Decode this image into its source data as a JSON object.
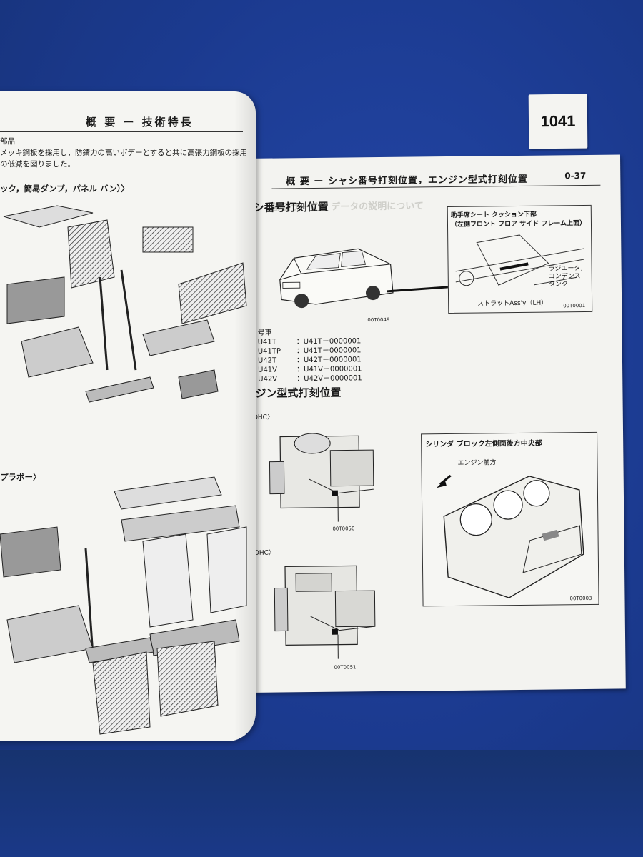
{
  "tag_number": "1041",
  "left_page": {
    "header": "概 要 ー 技術特長",
    "line1": "部品",
    "line2": "メッキ鋼板を採用し，防錆力の高いボデーとすると共に高張力鋼板の採用",
    "line3": "の低減を図りました。",
    "sub1": "ック，簡易ダンプ，パネル バン）〉",
    "sub2": "プラボー〉"
  },
  "right_page": {
    "header": "概 要 ー シャシ番号打刻位置，エンジン型式打刻位置",
    "page_number": "0-37",
    "ghost_text": "部品サービス データの説明について",
    "section1_title": "シ番号打刻位置",
    "inset1": {
      "caption1": "助手席シート クッション下部",
      "caption2": "（左側フロント フロア サイド フレーム上面）",
      "label_radiator1": "ラジエータ，",
      "label_radiator2": "コンデンス",
      "label_radiator3": "タンク",
      "label_strut": "ストラットAss'y（LH）",
      "code": "00T0001"
    },
    "chassis_list_header": "号車",
    "chassis_list": [
      {
        "model": "U41T",
        "number": "：U41T－0000001"
      },
      {
        "model": "U41TP",
        "number": "：U41T－0000001"
      },
      {
        "model": "U42T",
        "number": "：U42T－0000001"
      },
      {
        "model": "U41V",
        "number": "：U41V－0000001"
      },
      {
        "model": "U42V",
        "number": "：U42V－0000001"
      }
    ],
    "section2_title": "ジン型式打刻位置",
    "engine1_label": "OHC〉",
    "engine1_code": "00T0050",
    "engine2_label": "OHC〉",
    "engine2_code": "00T0051",
    "inset2": {
      "caption": "シリンダ ブロック左側面後方中央部",
      "front_label": "エンジン前方",
      "code": "00T0003"
    }
  }
}
